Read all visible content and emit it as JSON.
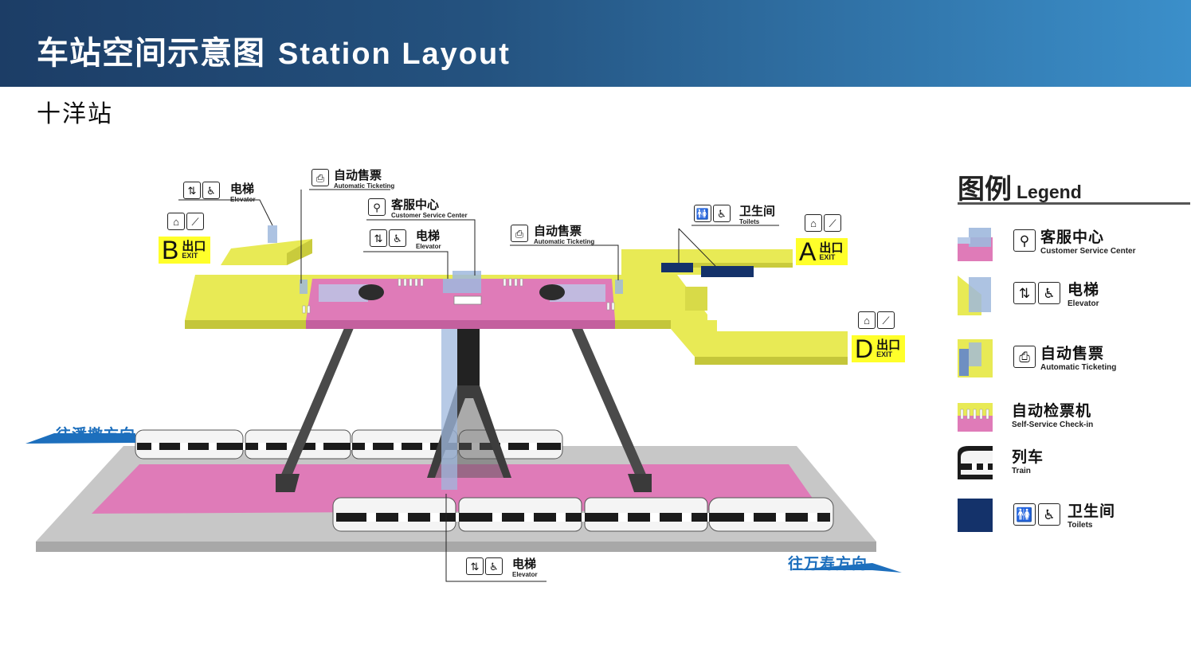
{
  "header": {
    "title_zh": "车站空间示意图",
    "title_en": "Station Layout"
  },
  "station_name": "十洋站",
  "legend": {
    "title_zh": "图例",
    "title_en": "Legend",
    "items": [
      {
        "zh": "客服中心",
        "en": "Customer Service Center",
        "icons": [
          "service-counter-icon"
        ]
      },
      {
        "zh": "电梯",
        "en": "Elevator",
        "icons": [
          "elevator-icon",
          "wheelchair-icon"
        ]
      },
      {
        "zh": "自动售票",
        "en": "Automatic Ticketing",
        "icons": [
          "ticket-machine-icon"
        ]
      },
      {
        "zh": "自动检票机",
        "en": "Self-Service Check-in",
        "icons": []
      },
      {
        "zh": "列车",
        "en": "Train",
        "icons": []
      },
      {
        "zh": "卫生间",
        "en": "Toilets",
        "icons": [
          "toilets-icon",
          "wheelchair-icon"
        ]
      }
    ]
  },
  "labels": {
    "elevator_top_left": {
      "zh": "电梯",
      "en": "Elevator"
    },
    "ticketing_left": {
      "zh": "自动售票",
      "en": "Automatic Ticketing"
    },
    "service_center": {
      "zh": "客服中心",
      "en": "Customer Service Center"
    },
    "elevator_center": {
      "zh": "电梯",
      "en": "Elevator"
    },
    "ticketing_right": {
      "zh": "自动售票",
      "en": "Automatic Ticketing"
    },
    "toilets": {
      "zh": "卫生间",
      "en": "Toilets"
    },
    "elevator_bottom": {
      "zh": "电梯",
      "en": "Elevator"
    }
  },
  "exits": [
    {
      "letter": "B",
      "zh": "出口",
      "en": "EXIT"
    },
    {
      "letter": "A",
      "zh": "出口",
      "en": "EXIT"
    },
    {
      "letter": "D",
      "zh": "出口",
      "en": "EXIT"
    }
  ],
  "directions": {
    "left": "往潘墩方向",
    "right": "往万寿方向"
  },
  "colors": {
    "header_dark": "#1c3d66",
    "header_light": "#3b8fca",
    "concourse_public": "#e8ea55",
    "paid_zone": "#df7bb8",
    "platform_gray": "#bdbdbd",
    "toilets": "#14326a",
    "elevator_glass": "#9fb8dd",
    "direction_blue": "#1d6fbd"
  }
}
